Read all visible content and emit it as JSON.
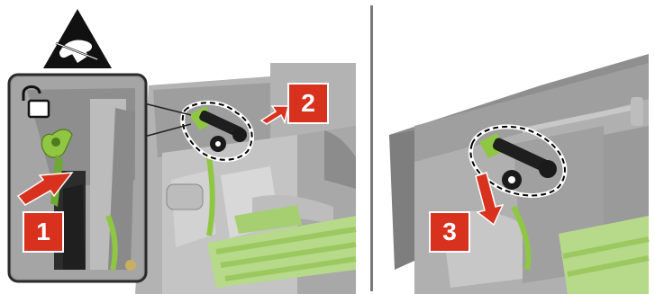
{
  "steps": {
    "one": "1",
    "two": "2",
    "three": "3"
  },
  "icons": {
    "warning": "esd-warning-icon",
    "unlock": "unlock-icon",
    "arrow": "arrow-icon"
  },
  "colors": {
    "badge_red": "#d8321f",
    "release_green": "#8fc742",
    "machine_gray": "#9a9a9a",
    "divider_gray": "#7a7a7a"
  }
}
